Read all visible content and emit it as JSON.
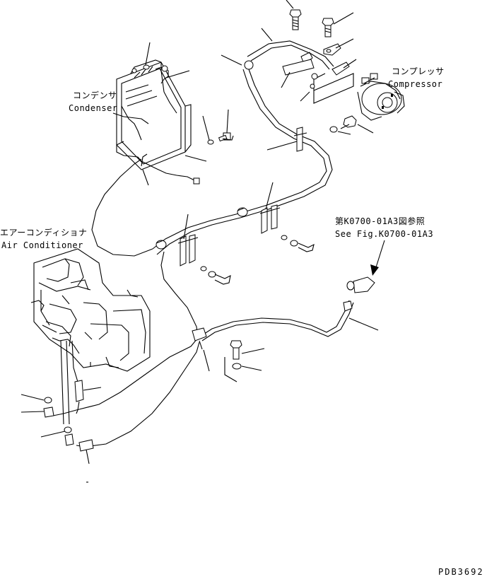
{
  "labels": {
    "condenser_jp": "コンデンサ",
    "condenser_en": "Condenser",
    "compressor_jp": "コンプレッサ",
    "compressor_en": "Compressor",
    "aircon_jp": "エアーコンディショナ",
    "aircon_en": "Air Conditioner",
    "seefig_jp": "第K0700-01A3図参照",
    "seefig_en": "See Fig.K0700-01A3",
    "drawing_no": "PDB3692"
  },
  "colors": {
    "line": "#000000",
    "background": "#ffffff"
  }
}
